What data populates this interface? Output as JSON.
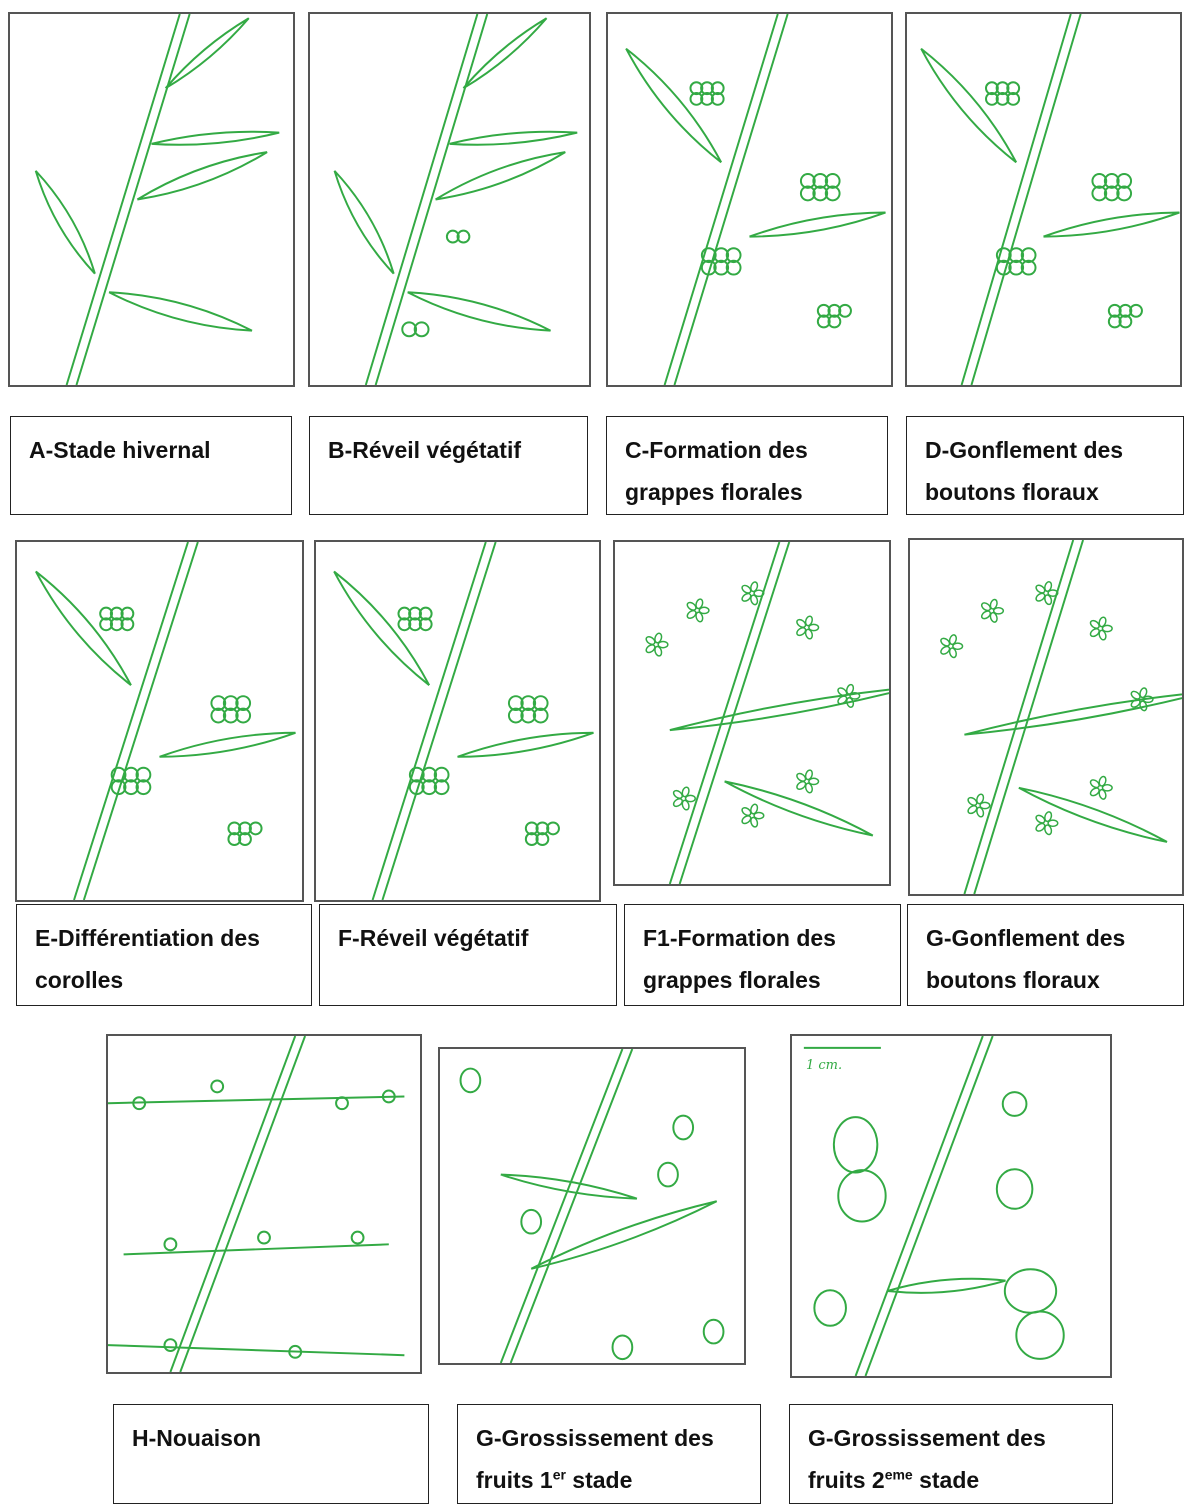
{
  "stroke_color": "#33aa44",
  "stages": [
    {
      "id": "A",
      "label": "A-Stade hivernal",
      "kind": "winter"
    },
    {
      "id": "B",
      "label": "B-Réveil végétatif",
      "kind": "wake"
    },
    {
      "id": "C",
      "label": "C-Formation des grappes florales",
      "kind": "cluster"
    },
    {
      "id": "D",
      "label": "D-Gonflement des boutons floraux",
      "kind": "buds"
    },
    {
      "id": "E",
      "label": "E-Différentiation des corolles",
      "kind": "corolla"
    },
    {
      "id": "F",
      "label": "F-Réveil végétatif",
      "kind": "flowers"
    },
    {
      "id": "F1",
      "label": "F1-Formation des grappes florales",
      "kind": "bloom"
    },
    {
      "id": "G1",
      "label": "G-Gonflement des boutons floraux",
      "kind": "bloom2"
    },
    {
      "id": "H",
      "label": "H-Nouaison",
      "kind": "fruitset"
    },
    {
      "id": "I",
      "label_main": "G-Grossissement des fruits 1",
      "label_sup": "er",
      "label_end": " stade",
      "kind": "fruit1"
    },
    {
      "id": "J",
      "label_main": "G-Grossissement des fruits 2",
      "label_sup": "eme",
      "label_end": " stade",
      "scale_label": "1 cm.",
      "kind": "fruit2"
    }
  ]
}
